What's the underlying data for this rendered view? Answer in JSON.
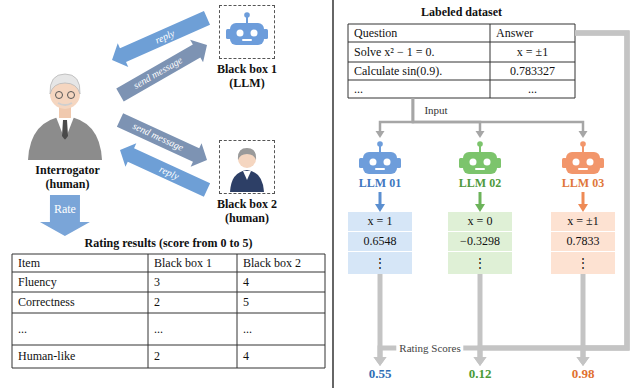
{
  "diagram": {
    "nodes": [
      {
        "text": [
          "Interrogator (human)"
        ]
      },
      {
        "text": [
          "Black box 1 (LLM)"
        ]
      },
      {
        "text": [
          "Black box 2 (human)"
        ]
      },
      {
        "text": [
          "Rating results (score from 0 to 5)"
        ]
      },
      {
        "text": [
          "Labeled dataset"
        ]
      },
      {
        "text": [
          "LLM 01"
        ]
      },
      {
        "text": [
          "LLM 02"
        ]
      },
      {
        "text": [
          "LLM 03"
        ]
      },
      {
        "text": [
          "x = 1",
          "0.6548",
          "⋮"
        ]
      },
      {
        "text": [
          "x = 0",
          "−0.3298",
          "⋮"
        ]
      },
      {
        "text": [
          "x = ±1",
          "0.7833",
          "⋮"
        ]
      },
      {
        "text": [
          "0.55"
        ]
      },
      {
        "text": [
          "0.12"
        ]
      },
      {
        "text": [
          "0.98"
        ]
      }
    ],
    "edges": [
      {
        "from": 1,
        "to": 0,
        "arrow": "to",
        "label": "reply"
      },
      {
        "from": 0,
        "to": 1,
        "arrow": "to",
        "label": "send message"
      },
      {
        "from": 0,
        "to": 2,
        "arrow": "to",
        "label": "send message"
      },
      {
        "from": 2,
        "to": 0,
        "arrow": "to",
        "label": "reply"
      },
      {
        "from": 0,
        "to": 3,
        "arrow": "to",
        "label": "Rate"
      },
      {
        "from": 4,
        "to": 5,
        "arrow": "to",
        "label": "Input"
      },
      {
        "from": 4,
        "to": 6,
        "arrow": "to"
      },
      {
        "from": 4,
        "to": 7,
        "arrow": "to"
      },
      {
        "from": 5,
        "to": 8,
        "arrow": "to"
      },
      {
        "from": 6,
        "to": 9,
        "arrow": "to"
      },
      {
        "from": 7,
        "to": 10,
        "arrow": "to"
      },
      {
        "from": 8,
        "to": 11,
        "arrow": "to"
      },
      {
        "from": 9,
        "to": 12,
        "arrow": "to"
      },
      {
        "from": 10,
        "to": 13,
        "arrow": "to"
      },
      {
        "from": 4,
        "to": 11,
        "arrow": "to",
        "label": "Rating Scores"
      },
      {
        "from": 4,
        "to": 12,
        "arrow": "to"
      },
      {
        "from": 4,
        "to": 13,
        "arrow": "to"
      }
    ],
    "labels": [
      "Item",
      "Black box 1",
      "Black box 2",
      "Fluency",
      "3",
      "4",
      "Correctness",
      "2",
      "5",
      "...",
      "...",
      "...",
      "Human-like",
      "2",
      "4",
      "Question",
      "Answer",
      "Solve x² − 1 = 0.",
      "x = ±1",
      "Calculate sin(0.9).",
      "0.783327",
      "...",
      "..."
    ]
  }
}
